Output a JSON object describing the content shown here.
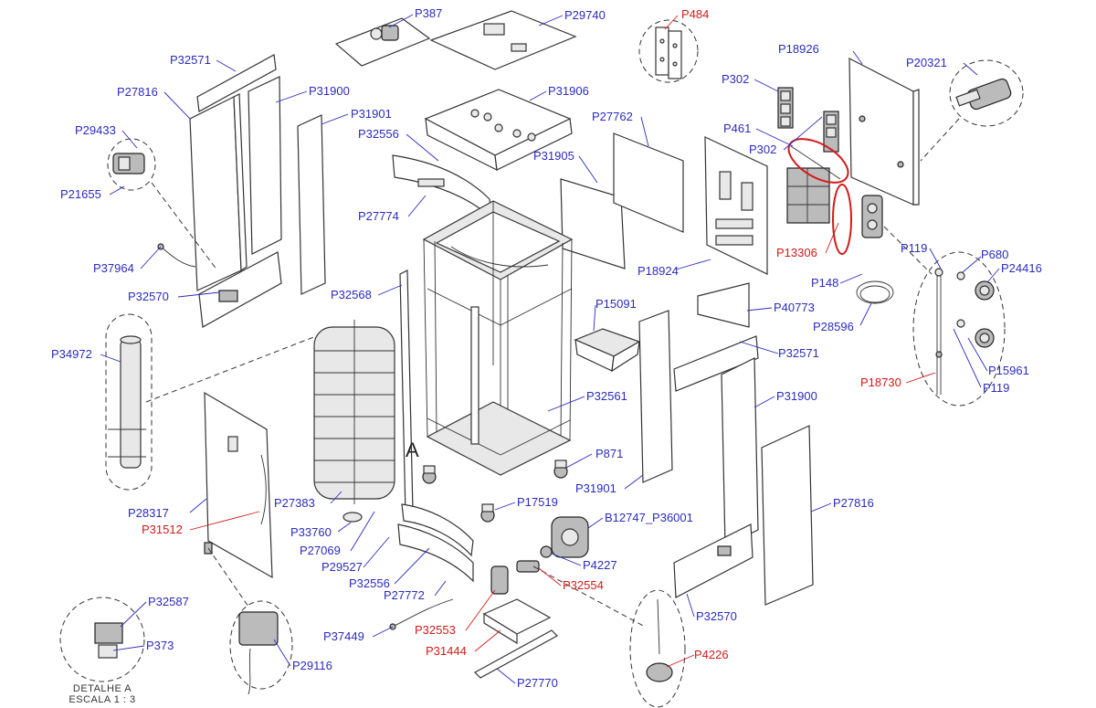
{
  "labels": {
    "p387": "P387",
    "p29740": "P29740",
    "p484": "P484",
    "p18926": "P18926",
    "p20321": "P20321",
    "p32571_top": "P32571",
    "p27816_top": "P27816",
    "p31900_top": "P31900",
    "p29433": "P29433",
    "p21655": "P21655",
    "p31901_top": "P31901",
    "p31906": "P31906",
    "p27762": "P27762",
    "p302_a": "P302",
    "p461": "P461",
    "p302_b": "P302",
    "p32556_top": "P32556",
    "p31905": "P31905",
    "p27774": "P27774",
    "p13306": "P13306",
    "p119_a": "P119",
    "p680": "P680",
    "p24416": "P24416",
    "p37964": "P37964",
    "p18924": "P18924",
    "p148": "P148",
    "p32570_top": "P32570",
    "p32568": "P32568",
    "p40773": "P40773",
    "p15091": "P15091",
    "p28596": "P28596",
    "p34972": "P34972",
    "p32571_mid": "P32571",
    "p15961": "P15961",
    "p18730": "P18730",
    "p119_b": "P119",
    "p32561": "P32561",
    "p31900_mid": "P31900",
    "p871": "P871",
    "p31901_mid": "P31901",
    "p28317": "P28317",
    "p27383": "P27383",
    "p17519": "P17519",
    "p27816_mid": "P27816",
    "p31512": "P31512",
    "p33760": "P33760",
    "b12747": "B12747_P36001",
    "p27069": "P27069",
    "p4227": "P4227",
    "p29527": "P29527",
    "p32554": "P32554",
    "p32556_bot": "P32556",
    "p27772": "P27772",
    "p32587": "P32587",
    "p32570_bot": "P32570",
    "p37449": "P37449",
    "p32553": "P32553",
    "p373": "P373",
    "p31444": "P31444",
    "p29116": "P29116",
    "p4226": "P4226",
    "p27770": "P27770"
  },
  "section_marker": "A",
  "detail_caption": {
    "line1": "DETALHE A",
    "line2": "ESCALA 1 : 3"
  },
  "colors": {
    "label_blue": "#2b2bbf",
    "label_red": "#d31a1a",
    "line": "#333333",
    "highlight_ring": "#d31a1a"
  }
}
